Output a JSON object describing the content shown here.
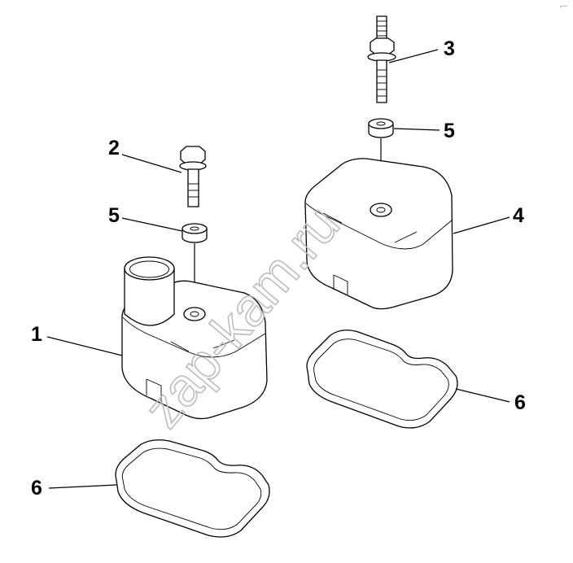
{
  "callouts": [
    {
      "id": "1",
      "label": "1"
    },
    {
      "id": "2",
      "label": "2"
    },
    {
      "id": "3",
      "label": "3"
    },
    {
      "id": "4",
      "label": "4"
    },
    {
      "id": "5a",
      "label": "5"
    },
    {
      "id": "5b",
      "label": "5"
    },
    {
      "id": "6a",
      "label": "6"
    },
    {
      "id": "6b",
      "label": "6"
    }
  ],
  "watermark": "zap-kam.ru",
  "corner_mark": "⌐─"
}
